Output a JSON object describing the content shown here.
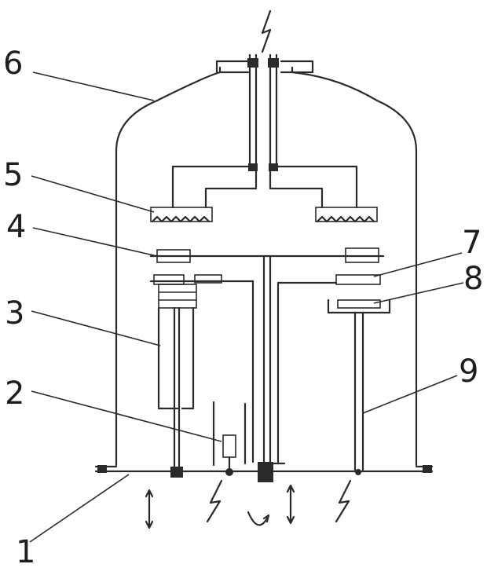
{
  "diagram": {
    "labels": {
      "l1": "1",
      "l2": "2",
      "l3": "3",
      "l4": "4",
      "l5": "5",
      "l6": "6",
      "l7": "7",
      "l8": "8",
      "l9": "9"
    },
    "symbols": {
      "electric": "lightning-bolt-icon",
      "linear_motion": "double-arrow-icon",
      "rotation": "rotation-arrow-icon"
    }
  }
}
